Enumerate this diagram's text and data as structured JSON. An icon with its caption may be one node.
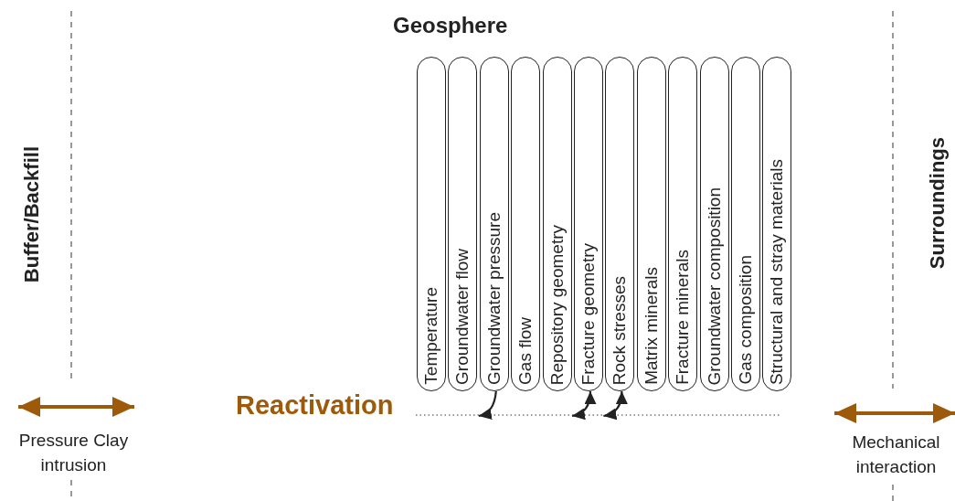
{
  "diagram": {
    "title": "Geosphere",
    "nodes": [
      {
        "text": [
          "Buffer/Backfill"
        ]
      },
      {
        "text": [
          "Temperature"
        ]
      },
      {
        "text": [
          "Groundwater flow"
        ]
      },
      {
        "text": [
          "Groundwater pressure"
        ]
      },
      {
        "text": [
          "Gas flow"
        ]
      },
      {
        "text": [
          "Repository geometry"
        ]
      },
      {
        "text": [
          "Fracture geometry"
        ]
      },
      {
        "text": [
          "Rock stresses"
        ]
      },
      {
        "text": [
          "Matrix minerals"
        ]
      },
      {
        "text": [
          "Fracture minerals"
        ]
      },
      {
        "text": [
          "Groundwater composition"
        ]
      },
      {
        "text": [
          "Gas composition"
        ]
      },
      {
        "text": [
          "Structural and stray materials"
        ]
      },
      {
        "text": [
          "Reactivation"
        ]
      },
      {
        "text": [
          "Surroundings"
        ]
      }
    ],
    "edges": [
      {
        "from": 3,
        "to": 13,
        "arrow": "to"
      },
      {
        "from": 13,
        "to": 6,
        "arrow": "both"
      },
      {
        "from": 13,
        "to": 7,
        "arrow": "both"
      }
    ],
    "labels": [
      "Pressure Clay intrusion",
      "Mechanical interaction"
    ]
  }
}
